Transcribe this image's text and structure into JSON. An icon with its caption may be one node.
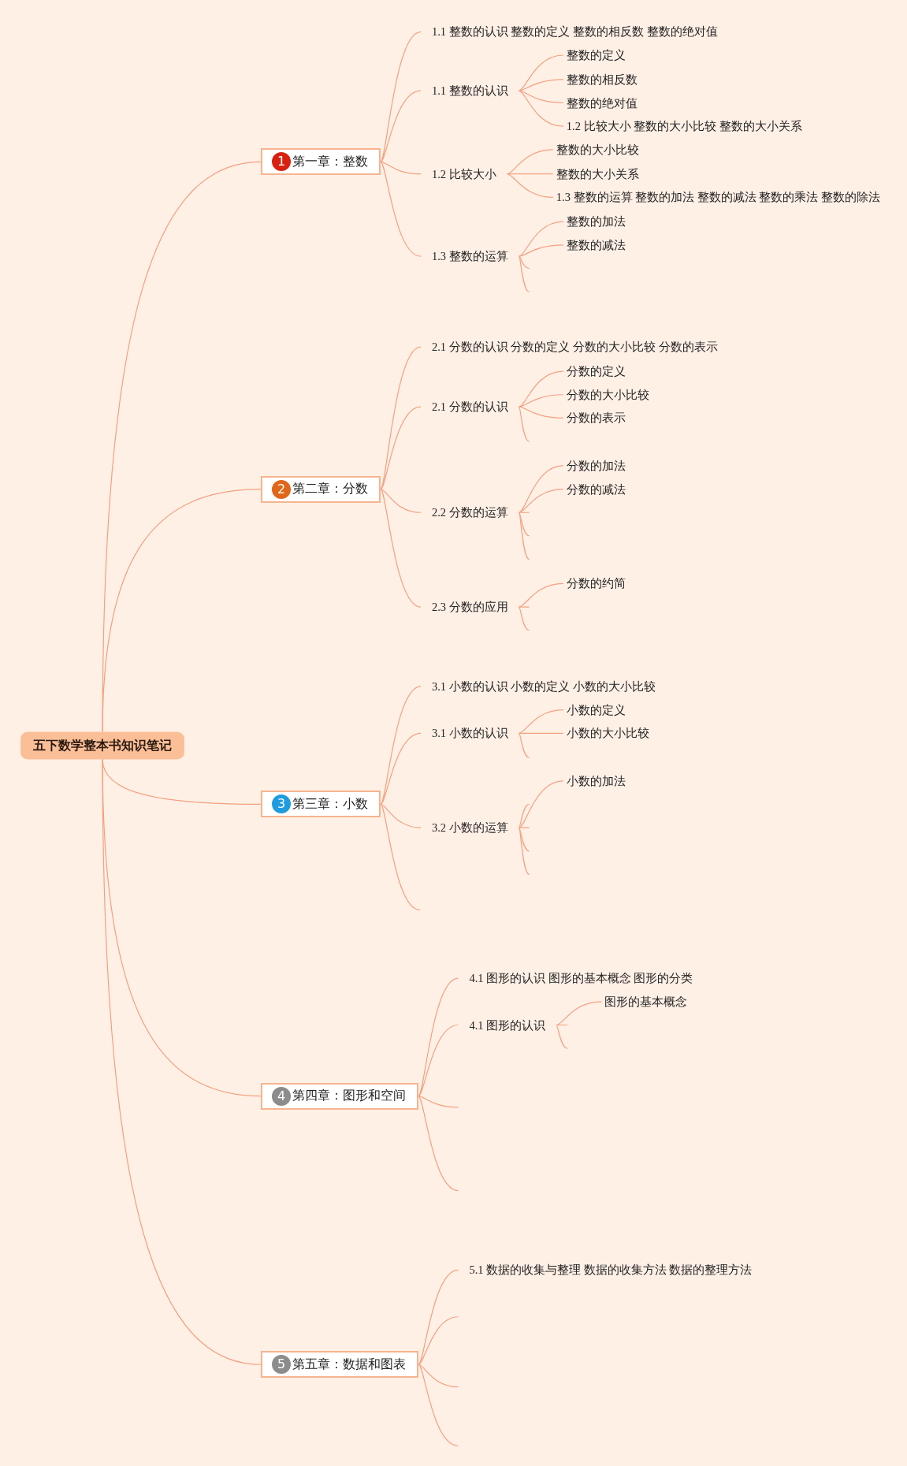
{
  "diagram": {
    "nodes": [
      {
        "text": [
          "五下数学整本书知识笔记"
        ]
      },
      {
        "text": [
          "1",
          "第一章：整数"
        ]
      },
      {
        "text": [
          "1.1 整数的认识 整数的定义 整数的相反数 整数的绝对值"
        ]
      },
      {
        "text": [
          "1.1 整数的认识"
        ]
      },
      {
        "text": [
          "整数的定义"
        ]
      },
      {
        "text": [
          "整数的相反数"
        ]
      },
      {
        "text": [
          "整数的绝对值"
        ]
      },
      {
        "text": [
          "1.2 比较大小 整数的大小比较 整数的大小关系"
        ]
      },
      {
        "text": [
          "1.2 比较大小"
        ]
      },
      {
        "text": [
          "整数的大小比较"
        ]
      },
      {
        "text": [
          "整数的大小关系"
        ]
      },
      {
        "text": [
          "1.3 整数的运算 整数的加法 整数的减法 整数的乘法 整数的除法"
        ]
      },
      {
        "text": [
          "1.3 整数的运算"
        ]
      },
      {
        "text": [
          "整数的加法"
        ]
      },
      {
        "text": [
          "整数的减法"
        ]
      },
      {
        "text": [
          "2",
          "第二章：分数"
        ]
      },
      {
        "text": [
          "2.1 分数的认识 分数的定义 分数的大小比较 分数的表示"
        ]
      },
      {
        "text": [
          "2.1 分数的认识"
        ]
      },
      {
        "text": [
          "分数的定义"
        ]
      },
      {
        "text": [
          "分数的大小比较"
        ]
      },
      {
        "text": [
          "分数的表示"
        ]
      },
      {
        "text": [
          "2.2 分数的运算"
        ]
      },
      {
        "text": [
          "分数的加法"
        ]
      },
      {
        "text": [
          "分数的减法"
        ]
      },
      {
        "text": [
          "2.3 分数的应用"
        ]
      },
      {
        "text": [
          "分数的约简"
        ]
      },
      {
        "text": [
          "3",
          "第三章：小数"
        ]
      },
      {
        "text": [
          "3.1 小数的认识 小数的定义 小数的大小比较"
        ]
      },
      {
        "text": [
          "3.1 小数的认识"
        ]
      },
      {
        "text": [
          "小数的定义"
        ]
      },
      {
        "text": [
          "小数的大小比较"
        ]
      },
      {
        "text": [
          "3.2 小数的运算"
        ]
      },
      {
        "text": [
          "小数的加法"
        ]
      },
      {
        "text": [
          "4",
          "第四章：图形和空间"
        ]
      },
      {
        "text": [
          "4.1 图形的认识 图形的基本概念 图形的分类"
        ]
      },
      {
        "text": [
          "4.1 图形的认识"
        ]
      },
      {
        "text": [
          "图形的基本概念"
        ]
      },
      {
        "text": [
          "5",
          "第五章：数据和图表"
        ]
      },
      {
        "text": [
          "5.1 数据的收集与整理 数据的收集方法 数据的整理方法"
        ]
      }
    ],
    "edges": [
      {
        "from": 0,
        "to": 1,
        "arrow": "none"
      },
      {
        "from": 1,
        "to": 2,
        "arrow": "none"
      },
      {
        "from": 1,
        "to": 3,
        "arrow": "none"
      },
      {
        "from": 3,
        "to": 4,
        "arrow": "none"
      },
      {
        "from": 3,
        "to": 5,
        "arrow": "none"
      },
      {
        "from": 3,
        "to": 6,
        "arrow": "none"
      },
      {
        "from": 3,
        "to": 7,
        "arrow": "none"
      },
      {
        "from": 1,
        "to": 8,
        "arrow": "none"
      },
      {
        "from": 8,
        "to": 9,
        "arrow": "none"
      },
      {
        "from": 8,
        "to": 10,
        "arrow": "none"
      },
      {
        "from": 8,
        "to": 11,
        "arrow": "none"
      },
      {
        "from": 1,
        "to": 12,
        "arrow": "none"
      },
      {
        "from": 12,
        "to": 13,
        "arrow": "none"
      },
      {
        "from": 12,
        "to": 14,
        "arrow": "none"
      },
      {
        "from": 12,
        "to": null,
        "arrow": "none"
      },
      {
        "from": 12,
        "to": null,
        "arrow": "none"
      },
      {
        "from": 0,
        "to": 15,
        "arrow": "none"
      },
      {
        "from": 15,
        "to": 16,
        "arrow": "none"
      },
      {
        "from": 15,
        "to": 17,
        "arrow": "none"
      },
      {
        "from": 17,
        "to": 18,
        "arrow": "none"
      },
      {
        "from": 17,
        "to": 19,
        "arrow": "none"
      },
      {
        "from": 17,
        "to": 20,
        "arrow": "none"
      },
      {
        "from": 17,
        "to": null,
        "arrow": "none"
      },
      {
        "from": 15,
        "to": 21,
        "arrow": "none"
      },
      {
        "from": 21,
        "to": 22,
        "arrow": "none"
      },
      {
        "from": 21,
        "to": 23,
        "arrow": "none"
      },
      {
        "from": 21,
        "to": null,
        "arrow": "none"
      },
      {
        "from": 21,
        "to": null,
        "arrow": "none"
      },
      {
        "from": 21,
        "to": null,
        "arrow": "none"
      },
      {
        "from": 15,
        "to": 24,
        "arrow": "none"
      },
      {
        "from": 24,
        "to": 25,
        "arrow": "none"
      },
      {
        "from": 24,
        "to": null,
        "arrow": "none"
      },
      {
        "from": 24,
        "to": null,
        "arrow": "none"
      },
      {
        "from": 0,
        "to": 26,
        "arrow": "none"
      },
      {
        "from": 26,
        "to": 27,
        "arrow": "none"
      },
      {
        "from": 26,
        "to": 28,
        "arrow": "none"
      },
      {
        "from": 28,
        "to": 29,
        "arrow": "none"
      },
      {
        "from": 28,
        "to": 30,
        "arrow": "none"
      },
      {
        "from": 28,
        "to": null,
        "arrow": "none"
      },
      {
        "from": 26,
        "to": 31,
        "arrow": "none"
      },
      {
        "from": 31,
        "to": 32,
        "arrow": "none"
      },
      {
        "from": 31,
        "to": null,
        "arrow": "none"
      },
      {
        "from": 31,
        "to": null,
        "arrow": "none"
      },
      {
        "from": 31,
        "to": null,
        "arrow": "none"
      },
      {
        "from": 31,
        "to": null,
        "arrow": "none"
      },
      {
        "from": 26,
        "to": null,
        "arrow": "none"
      },
      {
        "from": 0,
        "to": 33,
        "arrow": "none"
      },
      {
        "from": 33,
        "to": 34,
        "arrow": "none"
      },
      {
        "from": 33,
        "to": 35,
        "arrow": "none"
      },
      {
        "from": 35,
        "to": 36,
        "arrow": "none"
      },
      {
        "from": 35,
        "to": null,
        "arrow": "none"
      },
      {
        "from": 35,
        "to": null,
        "arrow": "none"
      },
      {
        "from": 33,
        "to": null,
        "arrow": "none"
      },
      {
        "from": 33,
        "to": null,
        "arrow": "none"
      },
      {
        "from": 0,
        "to": 37,
        "arrow": "none"
      },
      {
        "from": 37,
        "to": 38,
        "arrow": "none"
      },
      {
        "from": 37,
        "to": null,
        "arrow": "none"
      },
      {
        "from": 37,
        "to": null,
        "arrow": "none"
      },
      {
        "from": 37,
        "to": null,
        "arrow": "none"
      }
    ]
  }
}
